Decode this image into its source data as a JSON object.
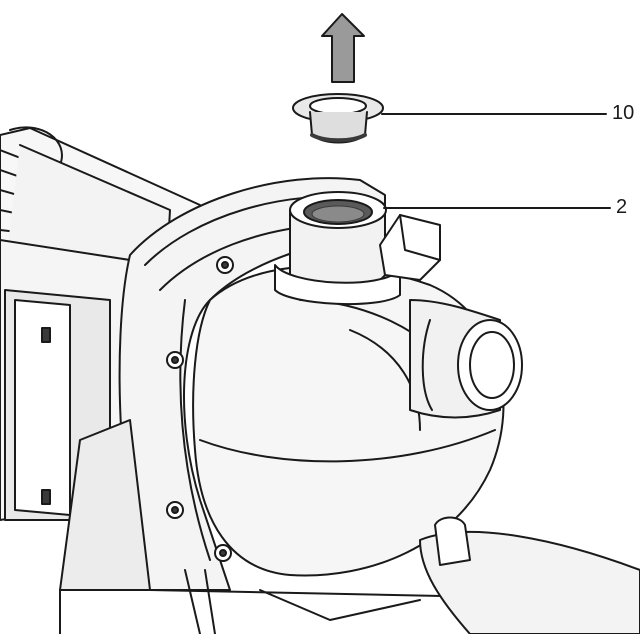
{
  "callouts": [
    {
      "number": "10",
      "part": "filler-plug"
    },
    {
      "number": "2",
      "part": "filler-neck"
    }
  ],
  "colors": {
    "line": "#1a1a1a",
    "arrow_fill": "#9a9a9a",
    "body_shade": "#f4f4f4",
    "dark_shade": "#3a3a3a"
  },
  "icons": [
    "up-arrow-icon"
  ]
}
